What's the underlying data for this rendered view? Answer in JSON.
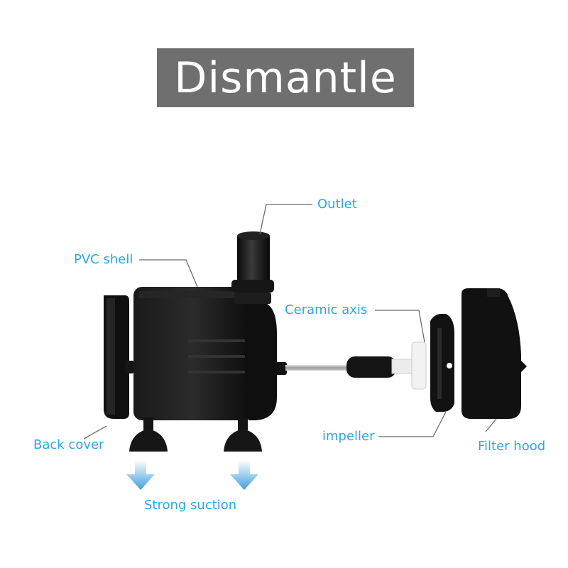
{
  "title": "Dismantle",
  "labels": {
    "outlet": "Outlet",
    "pvc_shell": "PVC shell",
    "ceramic_axis": "Ceramic axis",
    "back_cover": "Back cover",
    "impeller": "impeller",
    "filter_hood": "Filter hood",
    "strong_suction": "Strong suction"
  },
  "colors": {
    "title_bg": "#6f6f6f",
    "label_text": "#2aa8e0",
    "body": "#111111",
    "arrow": "#3f9fdc"
  }
}
